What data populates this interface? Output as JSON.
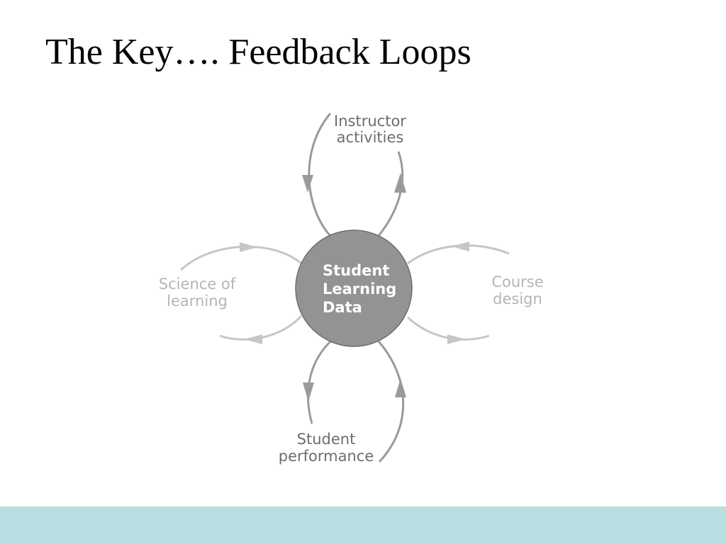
{
  "slide": {
    "title": "The Key…. Feedback Loops"
  },
  "colors": {
    "background": "#ffffff",
    "footer_band": "#b7dfe2",
    "center_fill": "#939393",
    "center_stroke": "#6e6e6e",
    "center_text": "#ffffff",
    "dark_loop": "#9a9a9a",
    "light_loop": "#c6c6c6",
    "dark_label": "#6d6d6d",
    "light_label": "#b5b5b5"
  },
  "diagram": {
    "center": {
      "lines": [
        "Student",
        "Learning",
        "Data"
      ]
    },
    "nodes": {
      "top": {
        "lines": [
          "Instructor",
          "activities"
        ]
      },
      "left": {
        "lines": [
          "Science of",
          "learning"
        ]
      },
      "right": {
        "lines": [
          "Course",
          "design"
        ]
      },
      "bottom": {
        "lines": [
          "Student",
          "performance"
        ]
      }
    }
  }
}
